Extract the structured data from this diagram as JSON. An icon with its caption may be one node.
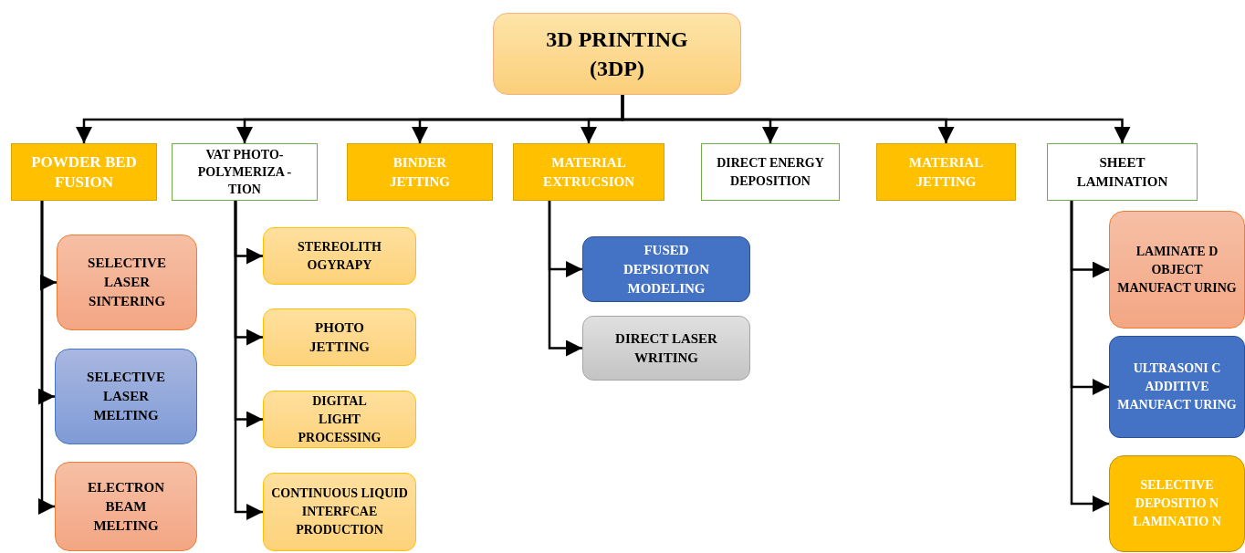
{
  "diagram": {
    "nodes": [
      {
        "text": [
          "3D PRINTING (3DP)"
        ]
      },
      {
        "text": [
          "POWDER BED FUSION"
        ]
      },
      {
        "text": [
          "VAT PHOTO- POLYMERIZA -TION"
        ]
      },
      {
        "text": [
          "BINDER JETTING"
        ]
      },
      {
        "text": [
          "MATERIAL EXTRUCSION"
        ]
      },
      {
        "text": [
          "DIRECT ENERGY DEPOSITION"
        ]
      },
      {
        "text": [
          "MATERIAL JETTING"
        ]
      },
      {
        "text": [
          "SHEET LAMINATION"
        ]
      },
      {
        "text": [
          "SELECTIVE LASER SINTERING"
        ]
      },
      {
        "text": [
          "SELECTIVE LASER MELTING"
        ]
      },
      {
        "text": [
          "ELECTRON BEAM MELTING"
        ]
      },
      {
        "text": [
          "STEREOLITH OGYRAPY"
        ]
      },
      {
        "text": [
          "PHOTO JETTING"
        ]
      },
      {
        "text": [
          "DIGITAL LIGHT PROCESSING"
        ]
      },
      {
        "text": [
          "CONTINUOUS LIQUID INTERFCAE PRODUCTION"
        ]
      },
      {
        "text": [
          "FUSED DEPSIOTION MODELING"
        ]
      },
      {
        "text": [
          "DIRECT LASER WRITING"
        ]
      },
      {
        "text": [
          "LAMINATE D OBJECT MANUFACT URING"
        ]
      },
      {
        "text": [
          "ULTRASONI C ADDITIVE MANUFACT URING"
        ]
      },
      {
        "text": [
          "SELECTIVE DEPOSITIO N LAMINATIO N"
        ]
      }
    ],
    "edges": [
      {
        "from": 0,
        "to": 1,
        "arrow": "to"
      },
      {
        "from": 0,
        "to": 2,
        "arrow": "to"
      },
      {
        "from": 0,
        "to": 3,
        "arrow": "to"
      },
      {
        "from": 0,
        "to": 4,
        "arrow": "to"
      },
      {
        "from": 0,
        "to": 5,
        "arrow": "to"
      },
      {
        "from": 0,
        "to": 6,
        "arrow": "to"
      },
      {
        "from": 0,
        "to": 7,
        "arrow": "to"
      },
      {
        "from": 1,
        "to": 8,
        "arrow": "to"
      },
      {
        "from": 1,
        "to": 9,
        "arrow": "to"
      },
      {
        "from": 1,
        "to": 10,
        "arrow": "to"
      },
      {
        "from": 2,
        "to": 11,
        "arrow": "to"
      },
      {
        "from": 2,
        "to": 12,
        "arrow": "to"
      },
      {
        "from": 2,
        "to": 13,
        "arrow": "to"
      },
      {
        "from": 2,
        "to": 14,
        "arrow": "to"
      },
      {
        "from": 4,
        "to": 15,
        "arrow": "to"
      },
      {
        "from": 4,
        "to": 16,
        "arrow": "to"
      },
      {
        "from": 7,
        "to": 17,
        "arrow": "to"
      },
      {
        "from": 7,
        "to": 18,
        "arrow": "to"
      },
      {
        "from": 7,
        "to": 19,
        "arrow": "to"
      }
    ]
  }
}
